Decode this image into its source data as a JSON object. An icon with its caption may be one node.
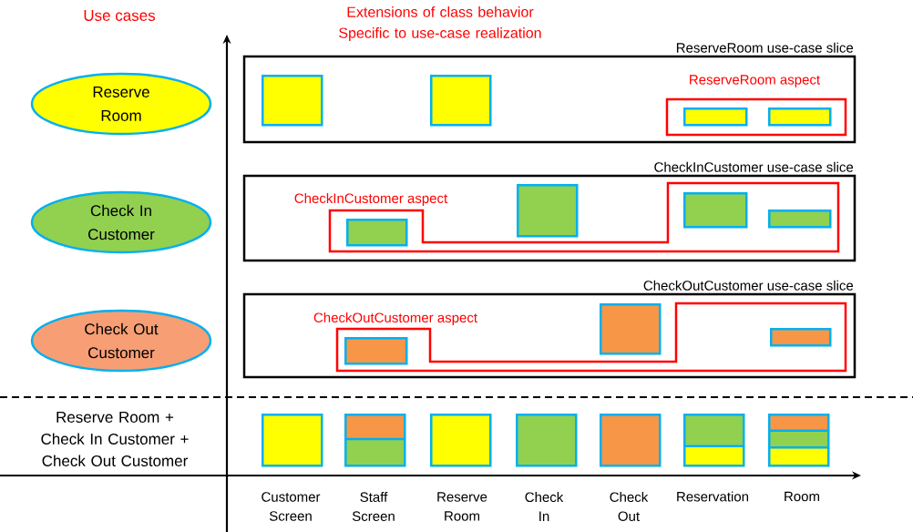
{
  "diagram": {
    "nodes": [
      {
        "text": [
          "Reserve Room"
        ]
      },
      {
        "text": [
          "ReserveRoom use-case slice"
        ]
      },
      {
        "text": [],
        "shape": "box",
        "in": 1
      },
      {
        "text": [],
        "shape": "box",
        "in": 1
      },
      {
        "text": [
          "ReserveRoom aspect"
        ],
        "in": 1
      },
      {
        "text": [],
        "shape": "box",
        "in": 4
      },
      {
        "text": [],
        "shape": "box",
        "in": 4
      },
      {
        "text": [
          "Check In Customer"
        ]
      },
      {
        "text": [
          "CheckInCustomer use-case slice"
        ]
      },
      {
        "text": [
          "CheckInCustomer aspect"
        ],
        "in": 8
      },
      {
        "text": [],
        "shape": "box",
        "in": 9
      },
      {
        "text": [],
        "shape": "box",
        "in": 8
      },
      {
        "text": [],
        "shape": "box",
        "in": 9
      },
      {
        "text": [],
        "shape": "box",
        "in": 9
      },
      {
        "text": [
          "Check Out Customer"
        ]
      },
      {
        "text": [
          "CheckOutCustomer use-case slice"
        ]
      },
      {
        "text": [
          "CheckOutCustomer aspect"
        ],
        "in": 15
      },
      {
        "text": [],
        "shape": "box",
        "in": 16
      },
      {
        "text": [],
        "shape": "box",
        "in": 15
      },
      {
        "text": [],
        "shape": "box",
        "in": 16
      },
      {
        "text": [],
        "shape": "box"
      },
      {
        "text": [],
        "shape": "box"
      },
      {
        "text": [],
        "shape": "box"
      },
      {
        "text": [],
        "shape": "box"
      },
      {
        "text": [],
        "shape": "box"
      },
      {
        "text": [],
        "shape": "box"
      },
      {
        "text": [],
        "shape": "box"
      }
    ],
    "labels": [
      "Use cases",
      "Extensions of class behavior Specific to use-case realization",
      "Reserve Room + Check In Customer + Check Out Customer",
      "Customer Screen",
      "Staff Screen",
      "Reserve Room",
      "Check In",
      "Check Out",
      "Reservation",
      "Room"
    ]
  }
}
